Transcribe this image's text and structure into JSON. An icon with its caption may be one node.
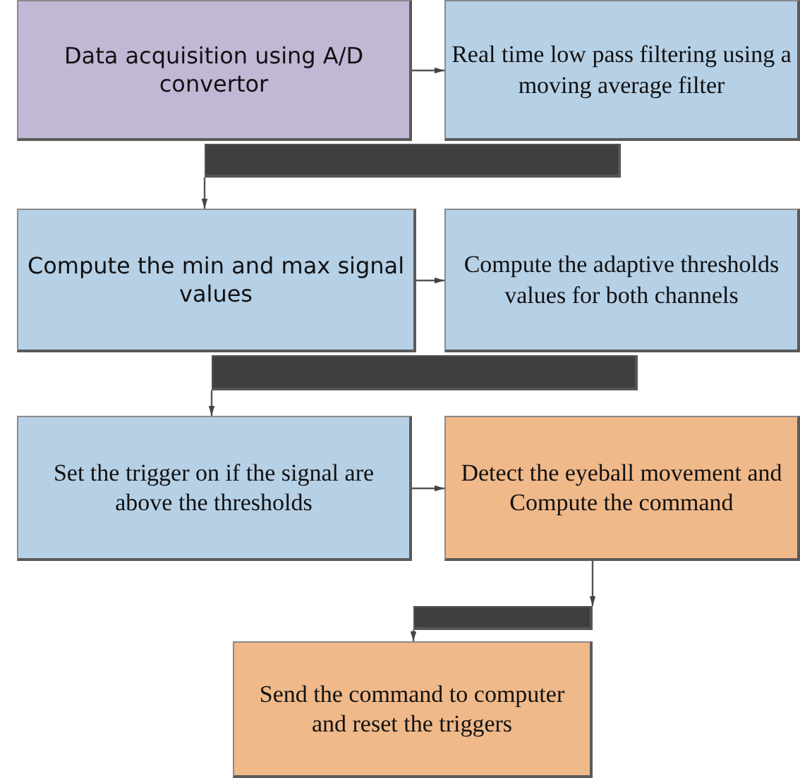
{
  "diagram": {
    "nodes": [
      {
        "text": [
          "Data acquisition using A/D convertor"
        ]
      },
      {
        "text": [
          "Real time low pass filtering using a moving average filter"
        ]
      },
      {
        "text": [],
        "shape": "bar"
      },
      {
        "text": [
          "Compute the min and max signal values"
        ]
      },
      {
        "text": [
          "Compute the adaptive thresholds values for both channels"
        ]
      },
      {
        "text": [],
        "shape": "bar"
      },
      {
        "text": [
          "Set the trigger on if the signal are above the thresholds"
        ]
      },
      {
        "text": [
          "Detect the eyeball movement and Compute the command"
        ]
      },
      {
        "text": [],
        "shape": "bar"
      },
      {
        "text": [
          "Send the command to computer and reset the triggers"
        ]
      }
    ],
    "edges": [
      {
        "from": 0,
        "to": 1,
        "arrow": "to"
      },
      {
        "from": 2,
        "to": 3,
        "arrow": "to"
      },
      {
        "from": 3,
        "to": 4,
        "arrow": "to"
      },
      {
        "from": 5,
        "to": 6,
        "arrow": "to"
      },
      {
        "from": 6,
        "to": 7,
        "arrow": "to"
      },
      {
        "from": 7,
        "to": 8,
        "arrow": "to"
      },
      {
        "from": 8,
        "to": 9,
        "arrow": "to"
      }
    ]
  }
}
